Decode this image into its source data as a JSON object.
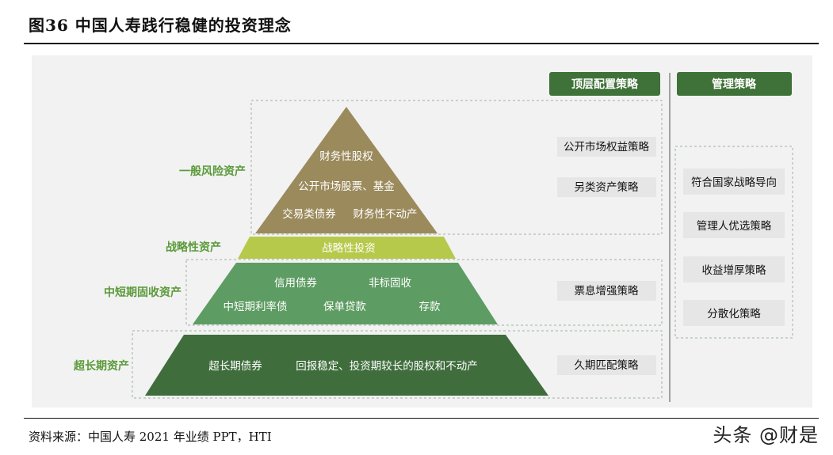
{
  "title": "图36 中国人寿践行稳健的投资理念",
  "headers": {
    "top_layer": "顶层配置策略",
    "management": "管理策略"
  },
  "pyramid": {
    "general_risk": {
      "label": "一般风险资产",
      "items": [
        "财务性股权",
        "公开市场股票、基金",
        "交易类债券",
        "财务性不动产"
      ]
    },
    "strategic": {
      "label": "战略性资产",
      "items": [
        "战略性投资"
      ]
    },
    "mid_short": {
      "label": "中短期固收资产",
      "items": [
        "信用债券",
        "非标固收",
        "中短期利率债",
        "保单贷款",
        "存款"
      ]
    },
    "ultra_long": {
      "label": "超长期资产",
      "items": [
        "超长期债券",
        "回报稳定、投资期较长的股权和不动产"
      ]
    }
  },
  "strategies": [
    "公开市场权益策略",
    "另类资产策略",
    "票息增强策略",
    "久期匹配策略"
  ],
  "management_items": [
    "符合国家战略导向",
    "管理人优选策略",
    "收益增厚策略",
    "分散化策略"
  ],
  "source": "资料来源：中国人寿 2021 年业绩 PPT，HTI",
  "watermark": "头条 @财是",
  "colors": {
    "general": "#9b8a5c",
    "strategic": "#b7c94a",
    "mid": "#5d9c62",
    "long": "#3f6e3c",
    "header_bg": "#3f7238",
    "label": "#5b9a3a",
    "box_bg": "#e6e6e6"
  }
}
